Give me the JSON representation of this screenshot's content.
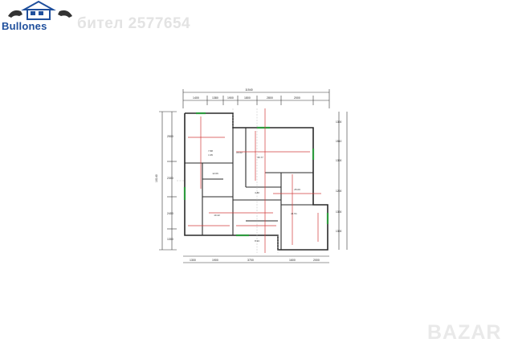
{
  "header": {
    "logo_text": "Bullones",
    "watermark": "бител 2577654"
  },
  "footer": {
    "stamp_text": "BAZAR"
  },
  "plan": {
    "dims_top": [
      "1400",
      "1380",
      "1900",
      "1800",
      "2800",
      "2000"
    ],
    "overall_top": "11540",
    "dims_left": [
      "2500",
      "2300",
      "2400",
      "1300"
    ],
    "overall_left": "10140",
    "dims_right": [
      "1300",
      "1510",
      "1300",
      "1200",
      "1300",
      "1300"
    ],
    "dims_bottom": [
      "1300",
      "1900",
      "3700",
      "1600",
      "2000"
    ],
    "room_labels": [
      {
        "text": "7.88",
        "sub": "1.95"
      },
      {
        "text": "23.22"
      },
      {
        "text": "35.77"
      },
      {
        "text": "12.06"
      },
      {
        "text": "25.09"
      },
      {
        "text": "4.80"
      },
      {
        "text": "10.42"
      },
      {
        "text": "21.51"
      },
      {
        "text": "8.94"
      }
    ]
  }
}
